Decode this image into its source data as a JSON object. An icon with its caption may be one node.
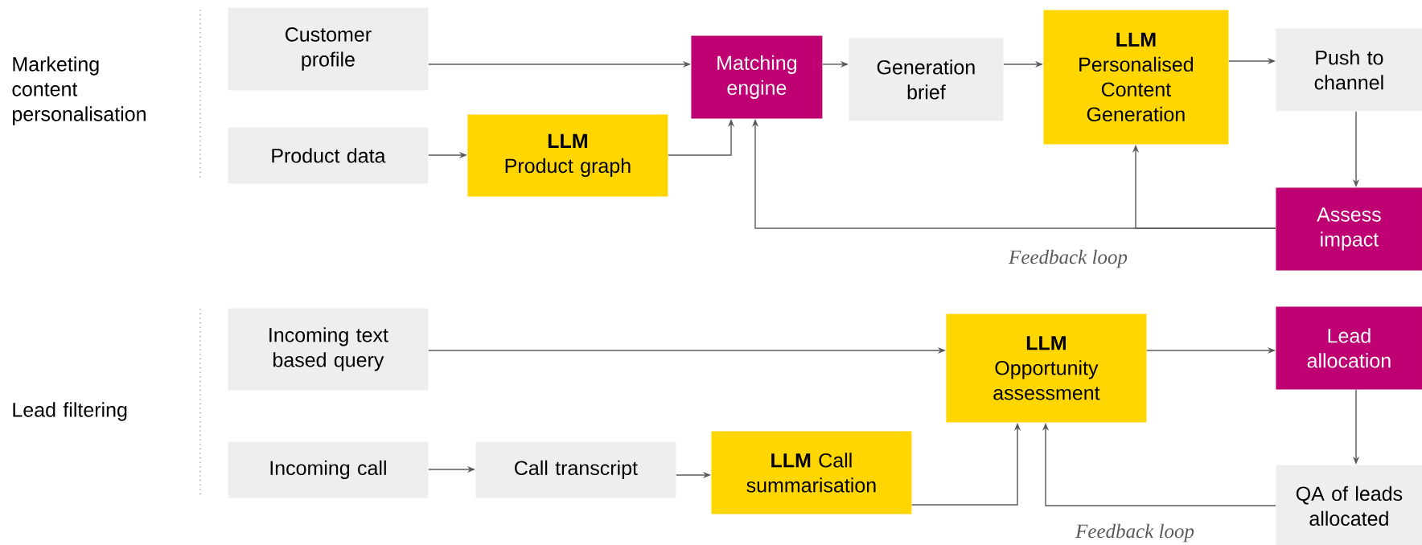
{
  "diagram": {
    "nodes": [
      {
        "text": [
          "Customer profile"
        ]
      },
      {
        "text": [
          "Product data"
        ]
      },
      {
        "text": [
          "LLM",
          "Product graph"
        ]
      },
      {
        "text": [
          "Matching engine"
        ]
      },
      {
        "text": [
          "Generation brief"
        ]
      },
      {
        "text": [
          "LLM",
          "Personalised Content Generation"
        ]
      },
      {
        "text": [
          "Push to channel"
        ]
      },
      {
        "text": [
          "Assess impact"
        ]
      },
      {
        "text": [
          "Incoming text based query"
        ]
      },
      {
        "text": [
          "Incoming call"
        ]
      },
      {
        "text": [
          "Call transcript"
        ]
      },
      {
        "text": [
          "**LLM** Call summarisation"
        ]
      },
      {
        "text": [
          "LLM",
          "Opportunity assessment"
        ]
      },
      {
        "text": [
          "Lead allocation"
        ]
      },
      {
        "text": [
          "QA of leads allocated"
        ]
      }
    ],
    "edges": [
      {
        "from": 0,
        "to": 3,
        "arrow": "to"
      },
      {
        "from": 1,
        "to": 2,
        "arrow": "to"
      },
      {
        "from": 2,
        "to": 3,
        "arrow": "to"
      },
      {
        "from": 3,
        "to": 4,
        "arrow": "to"
      },
      {
        "from": 4,
        "to": 5,
        "arrow": "to"
      },
      {
        "from": 5,
        "to": 6,
        "arrow": "to"
      },
      {
        "from": 6,
        "to": 7,
        "arrow": "to"
      },
      {
        "from": 7,
        "to": 3,
        "arrow": "to",
        "label": "Feedback loop"
      },
      {
        "from": 7,
        "to": 5,
        "arrow": "to"
      },
      {
        "from": 8,
        "to": 12,
        "arrow": "to"
      },
      {
        "from": 9,
        "to": 10,
        "arrow": "to"
      },
      {
        "from": 10,
        "to": 11,
        "arrow": "to"
      },
      {
        "from": 11,
        "to": 12,
        "arrow": "to"
      },
      {
        "from": 12,
        "to": 13,
        "arrow": "to"
      },
      {
        "from": 13,
        "to": 14,
        "arrow": "to"
      },
      {
        "from": 14,
        "to": 12,
        "arrow": "to",
        "label": "Feedback loop"
      }
    ],
    "labels": [
      "Marketing content personalisation",
      "Lead filtering"
    ]
  }
}
